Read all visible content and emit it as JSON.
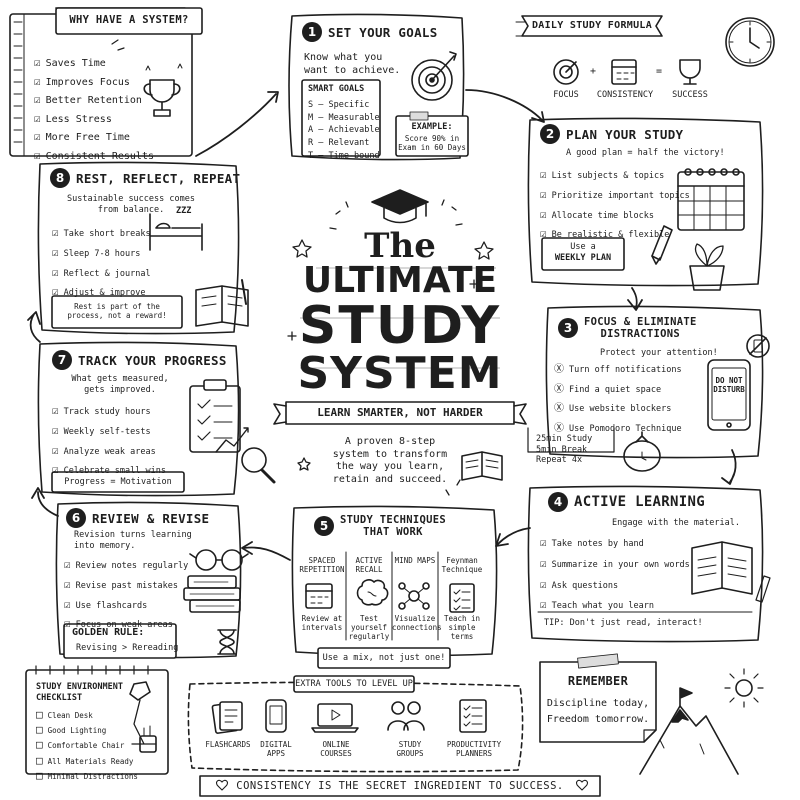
{
  "why": {
    "title": "WHY HAVE A SYSTEM?",
    "items": [
      "Saves Time",
      "Improves Focus",
      "Better Retention",
      "Less Stress",
      "More Free Time",
      "Consistent Results"
    ]
  },
  "goals": {
    "number": "1",
    "title": "SET YOUR GOALS",
    "intro": "Know what you want to achieve.",
    "smart_title": "SMART GOALS",
    "smart": [
      "S – Specific",
      "M – Measurable",
      "A – Achievable",
      "R – Relevant",
      "T – Time-bound"
    ],
    "example_title": "EXAMPLE:",
    "example_text": "Score 90% in Exam in 60 Days"
  },
  "formula": {
    "title": "DAILY STUDY FORMULA",
    "focus": "FOCUS",
    "plus": "+",
    "consistency": "CONSISTENCY",
    "equals": "=",
    "success": "SUCCESS"
  },
  "plan": {
    "number": "2",
    "title": "PLAN YOUR STUDY",
    "intro": "A good plan = half the victory!",
    "items": [
      "List subjects & topics",
      "Prioritize important topics",
      "Allocate time blocks",
      "Be realistic & flexible"
    ],
    "note_line1": "Use a",
    "note_line2": "WEEKLY PLAN"
  },
  "rest": {
    "number": "8",
    "title": "REST, REFLECT, REPEAT",
    "intro": "Sustainable success comes from balance.",
    "zzz": "ZZZ",
    "items": [
      "Take short breaks",
      "Sleep 7-8 hours",
      "Reflect & journal",
      "Adjust & improve"
    ],
    "note": "Rest is part of the process, not a reward!"
  },
  "center": {
    "word1": "The",
    "word2": "ULTIMATE",
    "word3": "STUDY",
    "word4": "SYSTEM",
    "banner": "LEARN SMARTER, NOT HARDER",
    "tagline": "A proven 8-step system to transform the way you learn, retain and succeed."
  },
  "focus": {
    "number": "3",
    "title_line1": "FOCUS & ELIMINATE",
    "title_line2": "DISTRACTIONS",
    "intro": "Protect your attention!",
    "items": [
      "Turn off notifications",
      "Find a quiet space",
      "Use website blockers",
      "Use Pomodoro Technique"
    ],
    "phone_text": "DO NOT DISTURB",
    "pomodoro": [
      "25min Study",
      "5min Break",
      "Repeat 4x"
    ]
  },
  "track": {
    "number": "7",
    "title": "TRACK YOUR PROGRESS",
    "intro": "What gets measured, gets improved.",
    "items": [
      "Track study hours",
      "Weekly self-tests",
      "Analyze weak areas",
      "Celebrate small wins"
    ],
    "note": "Progress = Motivation"
  },
  "active": {
    "number": "4",
    "title": "ACTIVE LEARNING",
    "intro": "Engage with the material.",
    "items": [
      "Take notes by hand",
      "Summarize in your own words",
      "Ask questions",
      "Teach what you learn"
    ],
    "tip": "TIP: Don't just read, interact!"
  },
  "techniques": {
    "number": "5",
    "title_line1": "STUDY TECHNIQUES",
    "title_line2": "THAT WORK",
    "columns": [
      {
        "name": "SPACED REPETITION",
        "desc": "Review at intervals"
      },
      {
        "name": "ACTIVE RECALL",
        "desc": "Test yourself regularly"
      },
      {
        "name": "MIND MAPS",
        "desc": "Visualize connections"
      },
      {
        "name": "Feynman Technique",
        "desc": "Teach in simple terms"
      }
    ],
    "footer": "Use a mix, not just one!"
  },
  "review": {
    "number": "6",
    "title": "REVIEW & REVISE",
    "intro": "Revision turns learning into memory.",
    "items": [
      "Review notes regularly",
      "Revise past mistakes",
      "Use flashcards",
      "Focus on weak areas"
    ],
    "rule_title": "GOLDEN RULE:",
    "rule_text": "Revising > Rereading"
  },
  "checklist": {
    "title_line1": "STUDY ENVIRONMENT",
    "title_line2": "CHECKLIST",
    "items": [
      "Clean Desk",
      "Good Lighting",
      "Comfortable Chair",
      "All Materials Ready",
      "Minimal Distractions"
    ]
  },
  "tools": {
    "title": "EXTRA TOOLS TO LEVEL UP",
    "items": [
      "FLASHCARDS",
      "DIGITAL APPS",
      "ONLINE COURSES",
      "STUDY GROUPS",
      "PRODUCTIVITY PLANNERS"
    ]
  },
  "remember": {
    "title": "REMEMBER",
    "line1": "Discipline today,",
    "line2": "Freedom tomorrow."
  },
  "footer": {
    "text": "CONSISTENCY IS THE SECRET INGREDIENT TO SUCCESS."
  }
}
